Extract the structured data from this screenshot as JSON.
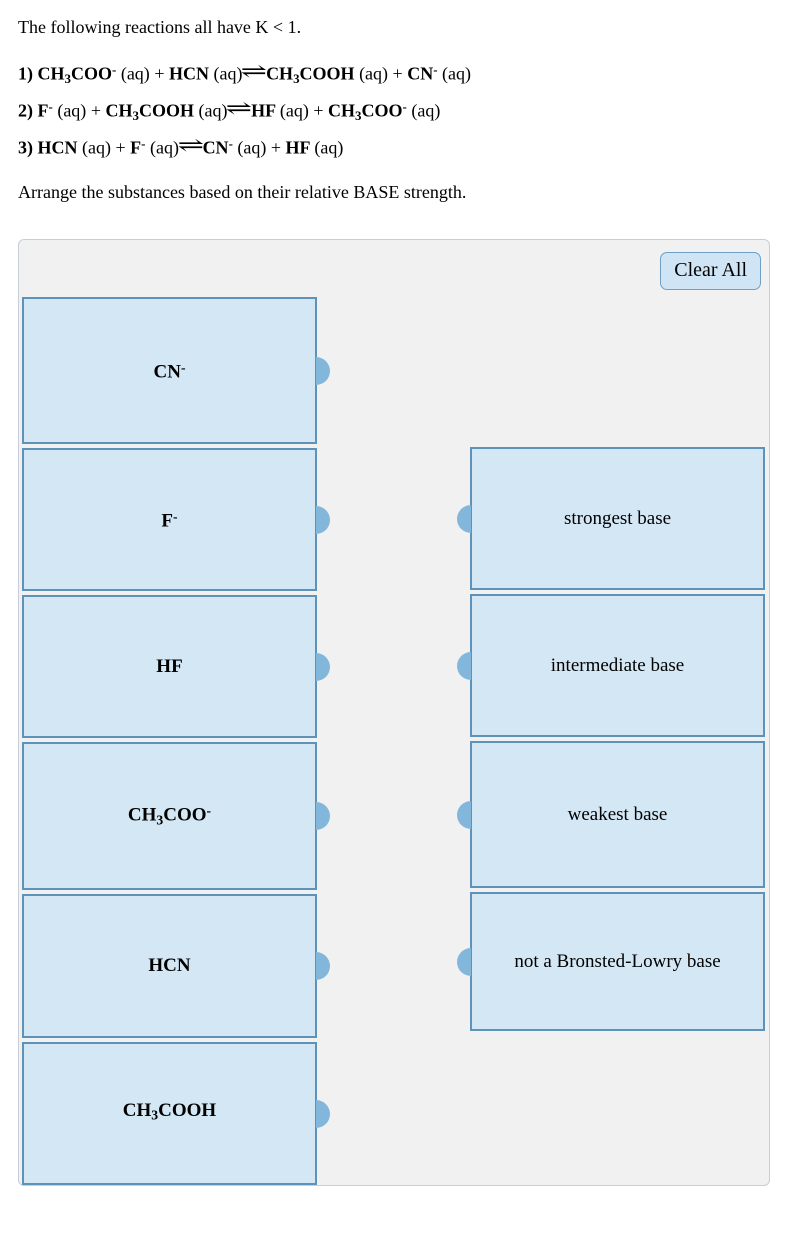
{
  "prompt": {
    "intro": "The following reactions all have K < 1.",
    "equations": [
      {
        "number": "1)",
        "left": [
          {
            "formula": "CH3COO-",
            "state": "(aq)"
          },
          {
            "formula": "HCN",
            "state": "(aq)"
          }
        ],
        "arrow": "⇌",
        "right": [
          {
            "formula": "CH3COOH",
            "state": "(aq)"
          },
          {
            "formula": "CN-",
            "state": "(aq)"
          }
        ]
      },
      {
        "number": "2)",
        "left": [
          {
            "formula": "F-",
            "state": "(aq)"
          },
          {
            "formula": "CH3COOH",
            "state": "(aq)"
          }
        ],
        "arrow": "⇌",
        "right": [
          {
            "formula": "HF",
            "state": "(aq)"
          },
          {
            "formula": "CH3COO-",
            "state": "(aq)"
          }
        ]
      },
      {
        "number": "3)",
        "left": [
          {
            "formula": "HCN",
            "state": "(aq)"
          },
          {
            "formula": "F-",
            "state": "(aq)"
          }
        ],
        "arrow": "⇌",
        "right": [
          {
            "formula": "CN-",
            "state": "(aq)"
          },
          {
            "formula": "HF",
            "state": "(aq)"
          }
        ]
      }
    ],
    "instruction": "Arrange the substances based on their relative BASE strength."
  },
  "panel": {
    "clear_all_label": "Clear All",
    "draggable_tiles": [
      {
        "id": "tile-cn",
        "text": "CN⁻",
        "html": "CN<sup>-</sup>",
        "height": 147,
        "bold": true
      },
      {
        "id": "tile-f",
        "text": "F⁻",
        "html": "F<sup>-</sup>",
        "height": 143,
        "bold": true
      },
      {
        "id": "tile-hf",
        "text": "HF",
        "html": "HF",
        "height": 143,
        "bold": true
      },
      {
        "id": "tile-ch3coo",
        "text": "CH₃COO⁻",
        "html": "CH<sub>3</sub>COO<sup>-</sup>",
        "height": 148,
        "bold": true
      },
      {
        "id": "tile-hcn",
        "text": "HCN",
        "html": "HCN",
        "height": 144,
        "bold": true
      },
      {
        "id": "tile-ch3cooh",
        "text": "CH₃COOH",
        "html": "CH<sub>3</sub>COOH",
        "height": 143,
        "bold": true
      }
    ],
    "target_slots": [
      {
        "id": "slot-strongest",
        "text": "strongest base",
        "html": "strongest base",
        "height": 143,
        "bold": false
      },
      {
        "id": "slot-intermediate",
        "text": "intermediate base",
        "html": "intermediate base",
        "height": 143,
        "bold": false
      },
      {
        "id": "slot-weakest",
        "text": "weakest base",
        "html": "weakest base",
        "height": 147,
        "bold": false
      },
      {
        "id": "slot-not-base",
        "text": "not a Bronsted-Lowry base",
        "html": "not a Bronsted-Lowry base",
        "height": 139,
        "bold": false
      }
    ]
  },
  "colors": {
    "tile_fill": "#d4e7f4",
    "tile_border": "#5d93b9",
    "nub": "#82b7db",
    "panel_bg": "#f1f1f1",
    "panel_border": "#c9ced6",
    "button_fill": "#cfe5f5",
    "button_border": "#6f9fc4"
  }
}
